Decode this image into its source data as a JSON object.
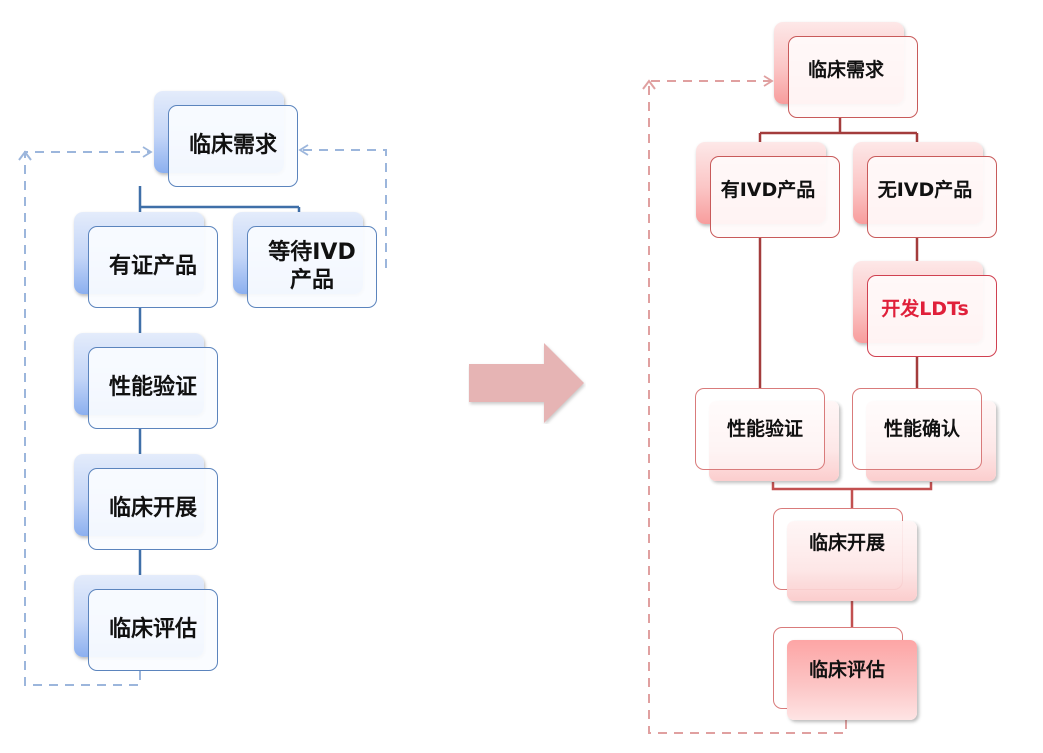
{
  "colors": {
    "left_theme": "#5b84bd",
    "left_connector": "#3f6fa8",
    "left_dash": "#9cb6dc",
    "right_theme": "#c85a5a",
    "right_connector": "#a33c3c",
    "right_dash": "#e0a0a0",
    "arrow": "#e6b4b4",
    "accent_text": "#e0203a"
  },
  "left_flow": {
    "nodes": [
      {
        "id": "clinical-need",
        "label": "临床需求"
      },
      {
        "id": "certified-product",
        "label": "有证产品"
      },
      {
        "id": "wait-ivd-product",
        "label": "等待IVD产品"
      },
      {
        "id": "performance-verification",
        "label": "性能验证"
      },
      {
        "id": "clinical-implementation",
        "label": "临床开展"
      },
      {
        "id": "clinical-evaluation",
        "label": "临床评估"
      }
    ],
    "wait_label_lines": [
      "等待IVD",
      "产品"
    ],
    "edges": [
      [
        "clinical-need",
        "certified-product"
      ],
      [
        "clinical-need",
        "wait-ivd-product"
      ],
      [
        "certified-product",
        "performance-verification"
      ],
      [
        "performance-verification",
        "clinical-implementation"
      ],
      [
        "clinical-implementation",
        "clinical-evaluation"
      ]
    ],
    "feedback_edges": [
      {
        "from": "clinical-evaluation",
        "to": "clinical-need",
        "style": "dashed"
      },
      {
        "from": "wait-ivd-product",
        "to": "clinical-need",
        "style": "dashed"
      }
    ]
  },
  "transition_arrow": {
    "icon": "right-arrow-icon"
  },
  "right_flow": {
    "nodes": [
      {
        "id": "clinical-need",
        "label": "临床需求"
      },
      {
        "id": "has-ivd-product",
        "label": "有IVD产品"
      },
      {
        "id": "no-ivd-product",
        "label": "无IVD产品"
      },
      {
        "id": "develop-ldts",
        "label": "开发LDTs",
        "highlight": true
      },
      {
        "id": "performance-verification",
        "label": "性能验证"
      },
      {
        "id": "performance-confirmation",
        "label": "性能确认"
      },
      {
        "id": "clinical-implementation",
        "label": "临床开展"
      },
      {
        "id": "clinical-evaluation",
        "label": "临床评估"
      }
    ],
    "edges": [
      [
        "clinical-need",
        "has-ivd-product"
      ],
      [
        "clinical-need",
        "no-ivd-product"
      ],
      [
        "has-ivd-product",
        "performance-verification"
      ],
      [
        "no-ivd-product",
        "develop-ldts"
      ],
      [
        "develop-ldts",
        "performance-confirmation"
      ],
      [
        "performance-verification",
        "clinical-implementation"
      ],
      [
        "performance-confirmation",
        "clinical-implementation"
      ],
      [
        "clinical-implementation",
        "clinical-evaluation"
      ]
    ],
    "feedback_edges": [
      {
        "from": "clinical-evaluation",
        "to": "clinical-need",
        "style": "dashed"
      }
    ]
  }
}
